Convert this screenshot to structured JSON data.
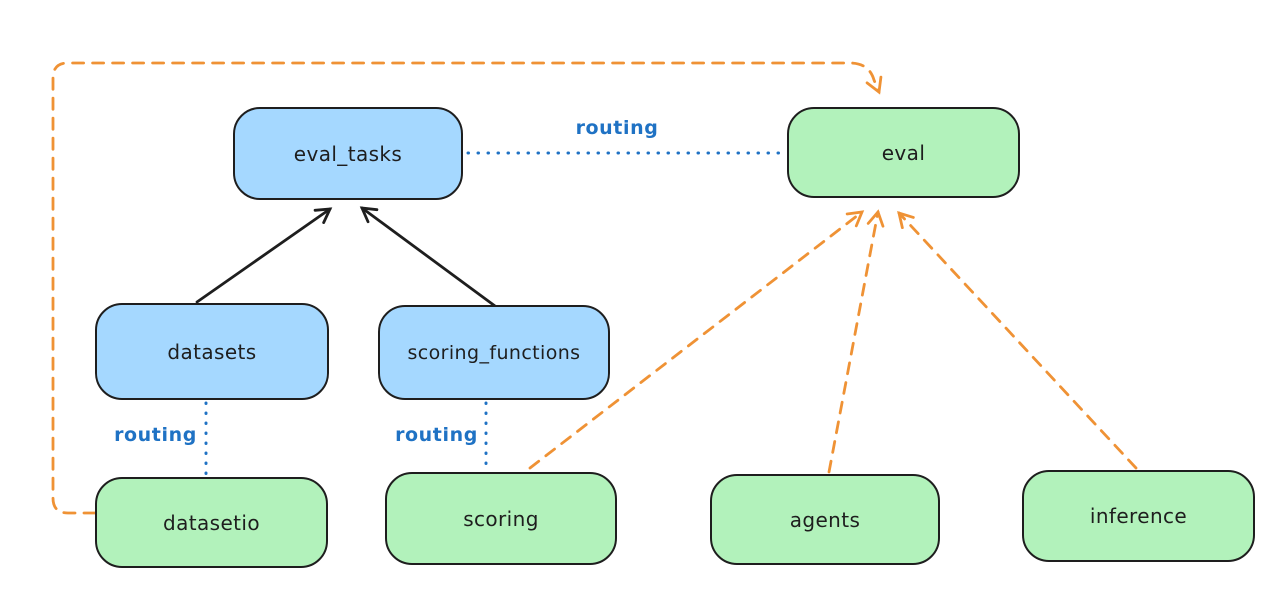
{
  "diagram": {
    "background_color": "#ffffff",
    "colors": {
      "node_stroke": "#1e1e1e",
      "blue_node_fill": "#a5d8ff",
      "green_node_fill": "#b2f2bb",
      "routing_blue": "#1f72c4",
      "provider_arrow_orange": "#ef9235",
      "relation_arrow_black": "#1e1e1e"
    },
    "nodes": [
      {
        "id": "eval_tasks",
        "label": "eval_tasks",
        "fill": "blue"
      },
      {
        "id": "eval",
        "label": "eval",
        "fill": "green"
      },
      {
        "id": "datasets",
        "label": "datasets",
        "fill": "blue"
      },
      {
        "id": "scoring_functions",
        "label": "scoring_functions",
        "fill": "blue"
      },
      {
        "id": "datasetio",
        "label": "datasetio",
        "fill": "green"
      },
      {
        "id": "scoring",
        "label": "scoring",
        "fill": "green"
      },
      {
        "id": "agents",
        "label": "agents",
        "fill": "green"
      },
      {
        "id": "inference",
        "label": "inference",
        "fill": "green"
      }
    ],
    "edges": [
      {
        "from": "datasets",
        "to": "eval_tasks",
        "style": "solid",
        "arrow": true,
        "color": "black"
      },
      {
        "from": "scoring_functions",
        "to": "eval_tasks",
        "style": "solid",
        "arrow": true,
        "color": "black"
      },
      {
        "from": "eval_tasks",
        "to": "eval",
        "style": "dotted",
        "arrow": false,
        "color": "blue",
        "label": "routing"
      },
      {
        "from": "datasets",
        "to": "datasetio",
        "style": "dotted",
        "arrow": false,
        "color": "blue",
        "label": "routing"
      },
      {
        "from": "scoring_functions",
        "to": "scoring",
        "style": "dotted",
        "arrow": false,
        "color": "blue",
        "label": "routing"
      },
      {
        "from": "datasetio",
        "to": "eval",
        "style": "dashed",
        "arrow": true,
        "color": "orange"
      },
      {
        "from": "scoring",
        "to": "eval",
        "style": "dashed",
        "arrow": true,
        "color": "orange"
      },
      {
        "from": "agents",
        "to": "eval",
        "style": "dashed",
        "arrow": true,
        "color": "orange"
      },
      {
        "from": "inference",
        "to": "eval",
        "style": "dashed",
        "arrow": true,
        "color": "orange"
      }
    ]
  }
}
